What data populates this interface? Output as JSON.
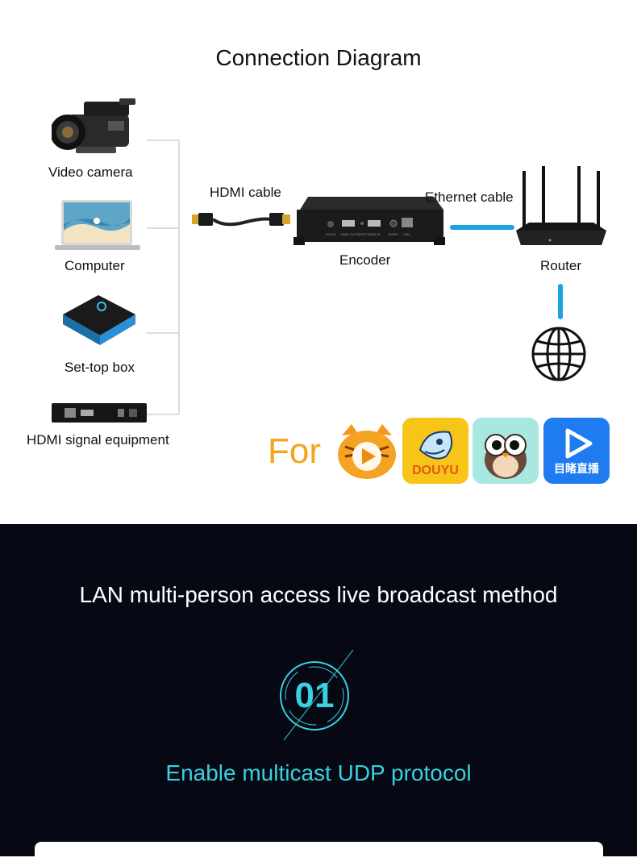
{
  "diagram": {
    "title": "Connection Diagram",
    "sources": [
      {
        "label": "Video camera",
        "icon": "video-camera-icon"
      },
      {
        "label": "Computer",
        "icon": "laptop-icon"
      },
      {
        "label": "Set-top box",
        "icon": "set-top-box-icon"
      },
      {
        "label": "HDMI signal equipment",
        "icon": "hdmi-device-icon"
      }
    ],
    "hdmi_cable_label": "HDMI cable",
    "encoder_label": "Encoder",
    "encoder_ports": [
      "DC12V",
      "HDMI OUT",
      "RESET",
      "HDMI IN",
      "AUDIO",
      "LAN"
    ],
    "ethernet_cable_label": "Ethernet cable",
    "router_label": "Router",
    "internet_icon": "globe-icon",
    "for_label": "For",
    "platforms": [
      {
        "icon": "tiger-app-icon"
      },
      {
        "icon": "douyu-app-icon",
        "text": "DOUYU"
      },
      {
        "icon": "owl-app-icon"
      },
      {
        "icon": "play-app-icon",
        "text": "目睹直播"
      }
    ]
  },
  "section2": {
    "heading": "LAN multi-person access live broadcast method",
    "step_number": "01",
    "step_text": "Enable multicast UDP protocol"
  },
  "colors": {
    "accent_cyan": "#39d1df",
    "for_orange": "#f2a51c",
    "dark_bg": "#060814",
    "cable_blue": "#1aa3dc"
  }
}
